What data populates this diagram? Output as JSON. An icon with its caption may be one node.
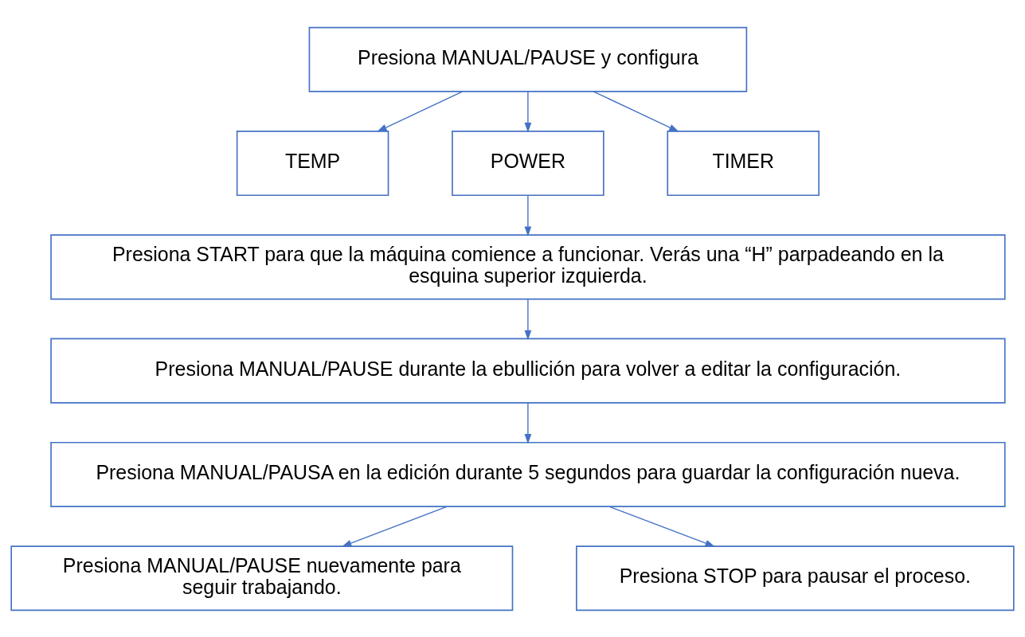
{
  "diagram": {
    "nodes": [
      {
        "text": [
          "Presiona MANUAL/PAUSE y configura"
        ]
      },
      {
        "text": [
          "TEMP"
        ]
      },
      {
        "text": [
          "POWER"
        ]
      },
      {
        "text": [
          "TIMER"
        ]
      },
      {
        "text": [
          "Presiona START para que la máquina comience a funcionar. Verás una “H” parpadeando en la esquina superior izquierda."
        ]
      },
      {
        "text": [
          "Presiona MANUAL/PAUSE durante la ebullición para volver a editar la configuración."
        ]
      },
      {
        "text": [
          "Presiona MANUAL/PAUSA en la edición durante 5 segundos para guardar la configuración nueva."
        ]
      },
      {
        "text": [
          "Presiona MANUAL/PAUSE nuevamente para seguir trabajando."
        ]
      },
      {
        "text": [
          "Presiona STOP para pausar el proceso."
        ]
      }
    ],
    "edges": [
      {
        "from": 0,
        "to": 1,
        "arrow": "to"
      },
      {
        "from": 0,
        "to": 2,
        "arrow": "to"
      },
      {
        "from": 0,
        "to": 3,
        "arrow": "to"
      },
      {
        "from": 2,
        "to": 4,
        "arrow": "to"
      },
      {
        "from": 4,
        "to": 5,
        "arrow": "to"
      },
      {
        "from": 5,
        "to": 6,
        "arrow": "to"
      },
      {
        "from": 6,
        "to": 7,
        "arrow": "to"
      },
      {
        "from": 6,
        "to": 8,
        "arrow": "to"
      }
    ]
  }
}
